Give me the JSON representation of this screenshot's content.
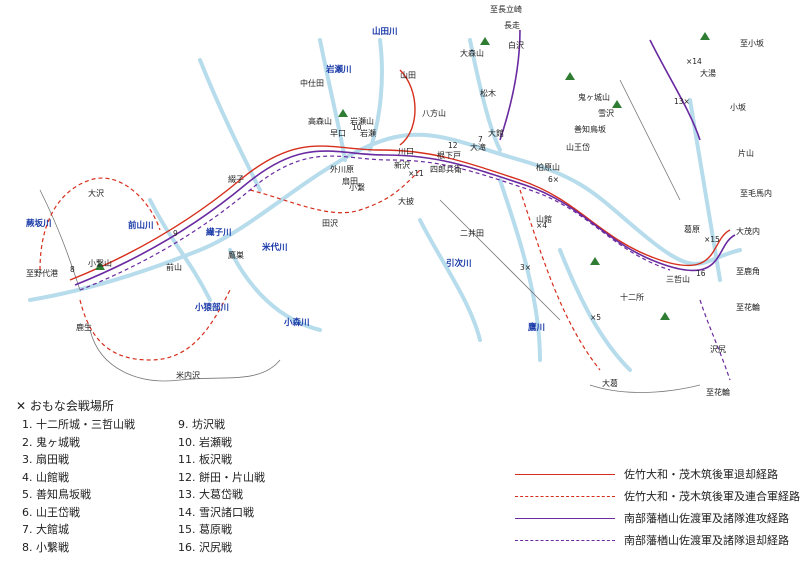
{
  "colors": {
    "retreat_solid": "#d62e1c",
    "retreat_dashed": "#d62e1c",
    "advance_solid": "#6a2aa0",
    "advance_dashed": "#6a2aa0",
    "river": "#b7dcec",
    "river_label": "#1a3aa8",
    "road": "#777777",
    "mountain": "#2e7d32"
  },
  "rivers": [
    {
      "label": "山田川"
    },
    {
      "label": "岩瀬川"
    },
    {
      "label": "前山川"
    },
    {
      "label": "蕨坂川"
    },
    {
      "label": "繊子川"
    },
    {
      "label": "米代川"
    },
    {
      "label": "小猿部川"
    },
    {
      "label": "小森川"
    },
    {
      "label": "引次川"
    },
    {
      "label": "鷹川"
    }
  ],
  "places": [
    {
      "label": "至長立崎"
    },
    {
      "label": "長走"
    },
    {
      "label": "大森山"
    },
    {
      "label": "白沢"
    },
    {
      "label": "中仕田"
    },
    {
      "label": "山田"
    },
    {
      "label": "岩瀬山"
    },
    {
      "label": "八方山"
    },
    {
      "label": "松木"
    },
    {
      "label": "高森山"
    },
    {
      "label": "早口"
    },
    {
      "label": "岩瀬"
    },
    {
      "label": "川口"
    },
    {
      "label": "大館"
    },
    {
      "label": "根下戸"
    },
    {
      "label": "大滝"
    },
    {
      "label": "外川原"
    },
    {
      "label": "四郎兵衛"
    },
    {
      "label": "小繋"
    },
    {
      "label": "新沢"
    },
    {
      "label": "大披"
    },
    {
      "label": "大沢"
    },
    {
      "label": "扇田"
    },
    {
      "label": "田沢"
    },
    {
      "label": "綴子"
    },
    {
      "label": "鷹巣"
    },
    {
      "label": "前山"
    },
    {
      "label": "小繋山"
    },
    {
      "label": "至野代港"
    },
    {
      "label": "鹿生"
    },
    {
      "label": "二井田"
    },
    {
      "label": "十二所"
    },
    {
      "label": "大葛"
    },
    {
      "label": "至花輪"
    },
    {
      "label": "鬼ヶ城山"
    },
    {
      "label": "善知鳥坂"
    },
    {
      "label": "柏原山"
    },
    {
      "label": "山王岱"
    },
    {
      "label": "葛原"
    },
    {
      "label": "三哲山"
    },
    {
      "label": "沢尻"
    },
    {
      "label": "至毛馬内"
    },
    {
      "label": "至小坂"
    },
    {
      "label": "大湯"
    },
    {
      "label": "至鹿角"
    },
    {
      "label": "雪沢"
    },
    {
      "label": "小坂"
    },
    {
      "label": "片山"
    },
    {
      "label": "大茂内"
    },
    {
      "label": "至花輪"
    },
    {
      "label": "米内沢"
    },
    {
      "label": "山館"
    }
  ],
  "battles_title": "✕ おもな会戦場所",
  "battles": [
    {
      "n": "1.",
      "name": "十二所城・三哲山戦"
    },
    {
      "n": "2.",
      "name": "鬼ヶ城戦"
    },
    {
      "n": "3.",
      "name": "扇田戦"
    },
    {
      "n": "4.",
      "name": "山館戦"
    },
    {
      "n": "5.",
      "name": "善知鳥坂戦"
    },
    {
      "n": "6.",
      "name": "山王岱戦"
    },
    {
      "n": "7.",
      "name": "大館城"
    },
    {
      "n": "8.",
      "name": "小繋戦"
    },
    {
      "n": "9.",
      "name": "坊沢戦"
    },
    {
      "n": "10.",
      "name": "岩瀬戦"
    },
    {
      "n": "11.",
      "name": "板沢戦"
    },
    {
      "n": "12.",
      "name": "餅田・片山戦"
    },
    {
      "n": "13.",
      "name": "大葛岱戦"
    },
    {
      "n": "14.",
      "name": "雪沢諸口戦"
    },
    {
      "n": "15.",
      "name": "葛原戦"
    },
    {
      "n": "16.",
      "name": "沢尻戦"
    }
  ],
  "legend": [
    {
      "label": "佐竹大和・茂木筑後軍退却経路",
      "style": "solid",
      "color": "#d62e1c"
    },
    {
      "label": "佐竹大和・茂木筑後軍及連合軍経路",
      "style": "dashed",
      "color": "#d62e1c"
    },
    {
      "label": "南部藩楢山佐渡軍及諸隊進攻経路",
      "style": "solid",
      "color": "#6a2aa0"
    },
    {
      "label": "南部藩楢山佐渡軍及諸隊退却経路",
      "style": "dashed",
      "color": "#6a2aa0"
    }
  ]
}
